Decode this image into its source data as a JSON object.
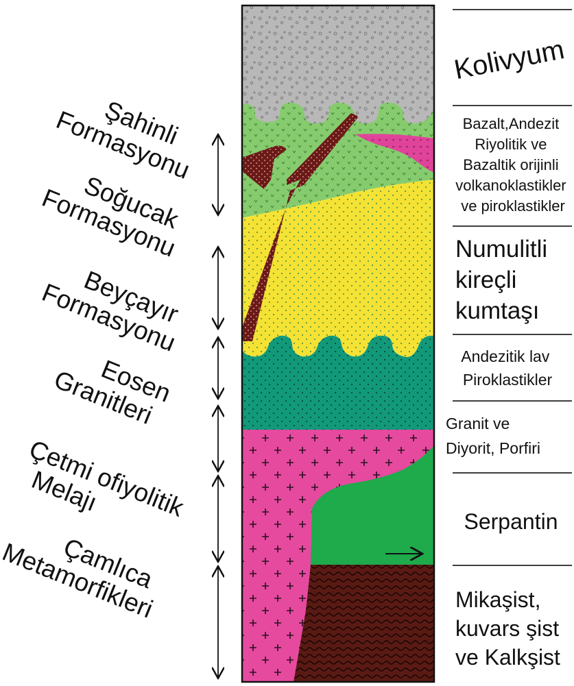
{
  "formations": [
    {
      "lines": [
        "Şahinli",
        "Formasyonu"
      ]
    },
    {
      "lines": [
        "Soğucak",
        "Formasyonu"
      ]
    },
    {
      "lines": [
        "Beyçayır",
        "Formasyonu"
      ]
    },
    {
      "lines": [
        "Eosen",
        "Granitleri"
      ]
    },
    {
      "lines": [
        "Çetmi ofiyolitik",
        "Melajı"
      ]
    },
    {
      "lines": [
        "Çamlıca",
        "Metamorfikleri"
      ]
    }
  ],
  "lithologies": [
    {
      "lines": [
        "Kolivyum"
      ]
    },
    {
      "lines": [
        "Bazalt,Andezit",
        "Riyolitik ve",
        "Bazaltik orijinli",
        "volkanoklastikler",
        "ve piroklastikler"
      ]
    },
    {
      "lines": [
        "Numulitli",
        "kireçli",
        "kumtaşı"
      ]
    },
    {
      "lines": [
        "Andezitik lav",
        "Piroklastikler"
      ]
    },
    {
      "lines": [
        "Granit ve",
        "Diyorit, Porfiri"
      ]
    },
    {
      "lines": [
        "Serpantin"
      ]
    },
    {
      "lines": [
        "Mikaşist,",
        "kuvars şist",
        "ve Kalkşist"
      ]
    }
  ],
  "colors": {
    "colluvium": "#b8b8b8",
    "volcanics": "#86cc6e",
    "sandstone": "#f4e234",
    "andesite": "#11997a",
    "granite": "#e54a9f",
    "serpentine": "#1faa4c",
    "metamorphic": "#5a1a14",
    "dyke": "#6b1a18",
    "rhyolite_lens": "#e0449a"
  }
}
